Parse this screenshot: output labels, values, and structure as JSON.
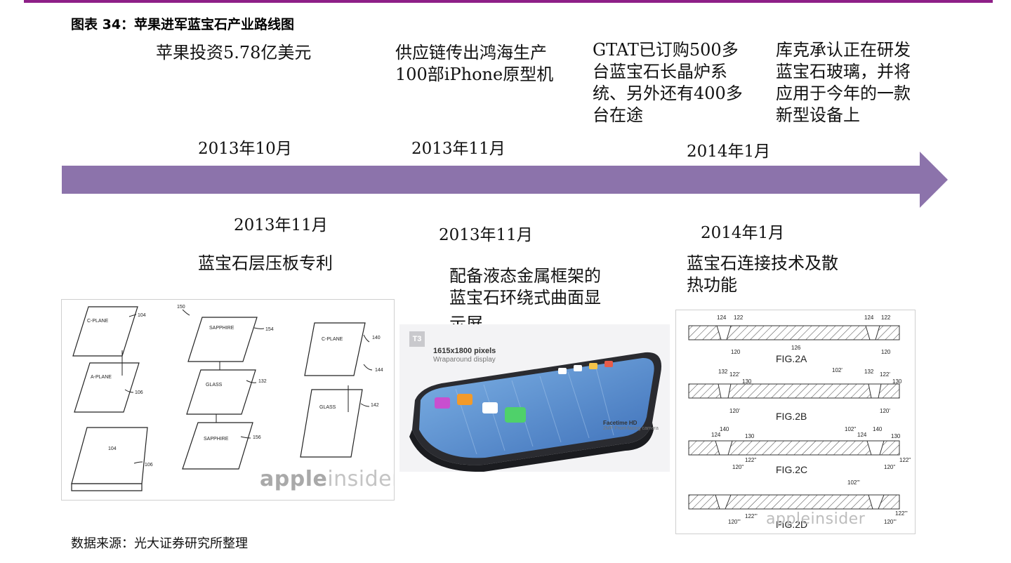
{
  "figure_title": "图表 34：苹果进军蓝宝石产业路线图",
  "source": "数据来源：光大证券研究所整理",
  "events_top": [
    {
      "text": "苹果投资5.78亿美元",
      "date": "2013年10月"
    },
    {
      "text": "供应链传出鸿海生产\n100部iPhone原型机",
      "date": "2013年11月"
    },
    {
      "text": "GTAT已订购500多\n台蓝宝石长晶炉系\n统、另外还有400多\n台在途",
      "date": ""
    },
    {
      "text": "库克承认正在研发\n蓝宝石玻璃，并将\n应用于今年的一款\n新型设备上",
      "date": "2014年1月"
    }
  ],
  "events_bottom": [
    {
      "date": "2013年11月",
      "text": "蓝宝石层压板专利"
    },
    {
      "date": "2013年11月",
      "text": "配备液态金属框架的\n蓝宝石环绕式曲面显",
      "text_clipped": "示屏"
    },
    {
      "date": "2014年1月",
      "text": "蓝宝石连接技术及散\n热功能"
    }
  ],
  "patent_fig1": {
    "labels": {
      "c_plane_a": "C-PLANE",
      "a_plane": "A-PLANE",
      "c_plane_b": "C-PLANE",
      "sapphire_a": "SAPPHIRE",
      "glass_a": "GLASS",
      "sapphire_b": "SAPPHIRE",
      "glass_b": "GLASS",
      "n104": "104",
      "n106": "106",
      "n150": "150",
      "n154": "154",
      "n132": "132",
      "n156": "156",
      "n140": "140",
      "n144": "144",
      "n142": "142",
      "n104b": "104",
      "n106b": "106"
    },
    "watermark_a": "apple",
    "watermark_b": "insider"
  },
  "render": {
    "title": "1615x1800 pixels",
    "subtitle": "Wraparound display",
    "camera_title": "Facetime HD",
    "camera_sub": "2MP Front-facing camera",
    "badge": "T3"
  },
  "patent_fig2": {
    "figures": [
      "FIG.2A",
      "FIG.2B",
      "FIG.2C",
      "FIG.2D"
    ],
    "refs": {
      "a": [
        "124",
        "122",
        "120",
        "126",
        "124",
        "122",
        "120"
      ],
      "b": [
        "132",
        "122'",
        "130",
        "102'",
        "132",
        "122'",
        "130",
        "120'",
        "120'"
      ],
      "c": [
        "140",
        "124",
        "130",
        "102\"",
        "124",
        "140",
        "130",
        "122\"",
        "120\"",
        "122\"",
        "120\""
      ],
      "d": [
        "102\"'",
        "122\"'",
        "120\"'",
        "122\"'",
        "120\"'"
      ]
    },
    "watermark": "appleinsider"
  },
  "colors": {
    "arrow": "#8c73ab",
    "topbar": "#8e1f87"
  }
}
